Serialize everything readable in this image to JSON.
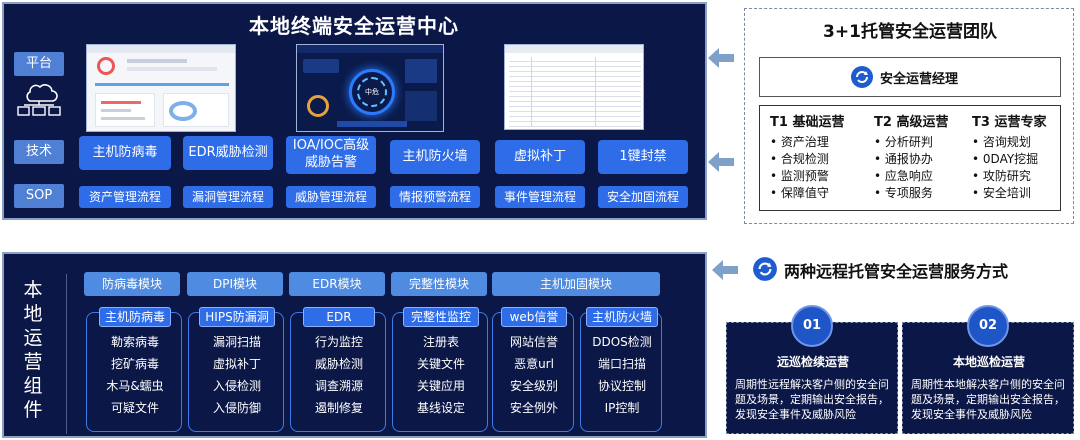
{
  "soc": {
    "title": "本地终端安全运营中心",
    "row_labels": {
      "platform": "平台",
      "tech": "技术",
      "sop": "SOP"
    },
    "tech_buttons": [
      "主机防病毒",
      "EDR威胁检测",
      "IOA/IOC高级\n威胁告警",
      "主机防火墙",
      "虚拟补丁",
      "1键封禁"
    ],
    "sop_buttons": [
      "资产管理流程",
      "漏洞管理流程",
      "威胁管理流程",
      "情报预警流程",
      "事件管理流程",
      "安全加固流程"
    ],
    "screen2_badge": "中危"
  },
  "team": {
    "title": "3+1托管安全运营团队",
    "manager": "安全运营经理",
    "tiers": [
      {
        "heading": "T1 基础运营",
        "items": [
          "资产治理",
          "合规检测",
          "监测预警",
          "保障值守"
        ]
      },
      {
        "heading": "T2 高级运营",
        "items": [
          "分析研判",
          "通报协办",
          "应急响应",
          "专项服务"
        ]
      },
      {
        "heading": "T3 运营专家",
        "items": [
          "咨询规划",
          "0DAY挖掘",
          "攻防研究",
          "安全培训"
        ]
      }
    ]
  },
  "local": {
    "side_title": [
      "本",
      "地",
      "运",
      "营",
      "组",
      "件"
    ],
    "modules": [
      "防病毒模块",
      "DPI模块",
      "EDR模块",
      "完整性模块",
      "主机加固模块"
    ],
    "components": [
      {
        "tag": "主机防病毒",
        "items": [
          "勒索病毒",
          "挖矿病毒",
          "木马&蠕虫",
          "可疑文件"
        ]
      },
      {
        "tag": "HIPS防漏洞",
        "items": [
          "漏洞扫描",
          "虚拟补丁",
          "入侵检测",
          "入侵防御"
        ]
      },
      {
        "tag": "EDR",
        "items": [
          "行为监控",
          "威胁检测",
          "调查溯源",
          "遏制修复"
        ]
      },
      {
        "tag": "完整性监控",
        "items": [
          "注册表",
          "关键文件",
          "关键应用",
          "基线设定"
        ]
      },
      {
        "tag": "web信誉",
        "items": [
          "网站信誉",
          "恶意url",
          "安全级别",
          "安全例外"
        ]
      },
      {
        "tag": "主机防火墙",
        "items": [
          "DDOS检测",
          "端口扫描",
          "协议控制",
          "IP控制"
        ]
      }
    ]
  },
  "services": {
    "title": "两种远程托管安全运营服务方式",
    "items": [
      {
        "num": "01",
        "title": "远巡检续运营",
        "desc": "周期性远程解决客户侧的安全问题及场景，定期输出安全报告，发现安全事件及威胁风险"
      },
      {
        "num": "02",
        "title": "本地巡检运营",
        "desc": "周期性本地解决客户侧的安全问题及场景，定期输出安全报告，发现安全事件及威胁风险"
      }
    ]
  },
  "colors": {
    "navy": "#0b1746",
    "blue": "#2f6de8",
    "label": "#4f80d4",
    "arrow": "#7fa0c8"
  }
}
